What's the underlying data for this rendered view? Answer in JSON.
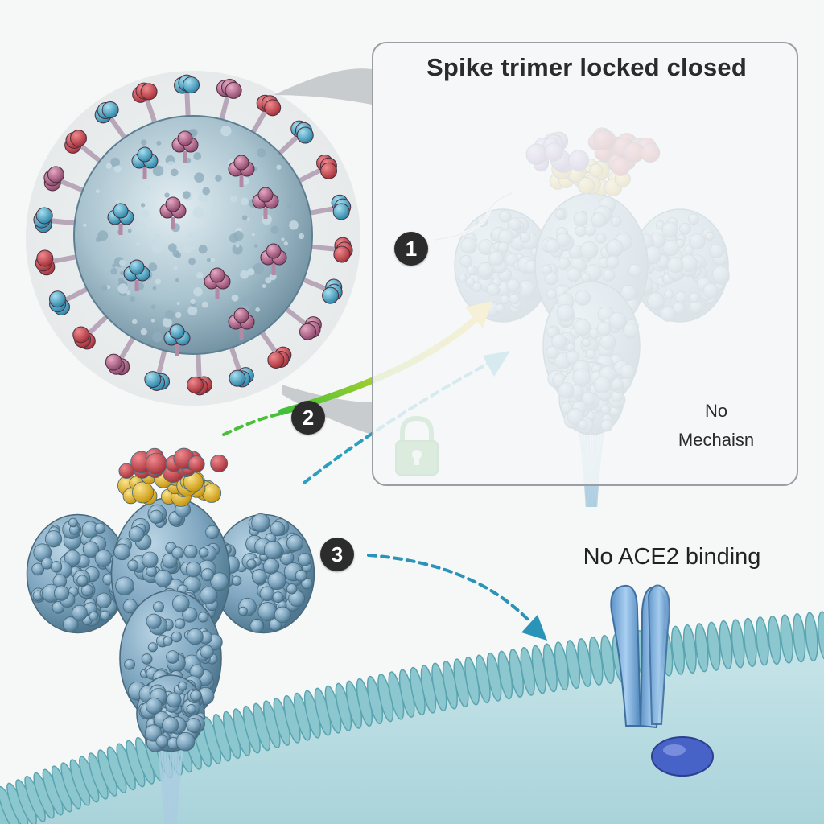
{
  "inset": {
    "title": "Spike trimer locked closed",
    "note_line_1": "No",
    "note_line_2": "Mechaisn"
  },
  "steps": {
    "step_1": "1",
    "step_2": "2",
    "step_3": "3"
  },
  "labels": {
    "ace2": "No ACE2 binding"
  },
  "colors": {
    "spike_blue": "#7fa6c0",
    "rbd_red": "#c8424a",
    "rbd_yellow": "#e8b82a",
    "rbd_purple": "#9a7ab8",
    "membrane": "#8cc7cf",
    "lock_green": "#4caf50",
    "arrow_yellow": "#f0c419",
    "arrow_green": "#4cbf3a",
    "arrow_blue": "#2aa0c0",
    "receptor_blue": "#6fa9d8"
  },
  "icons": {
    "lock": "padlock-icon"
  }
}
